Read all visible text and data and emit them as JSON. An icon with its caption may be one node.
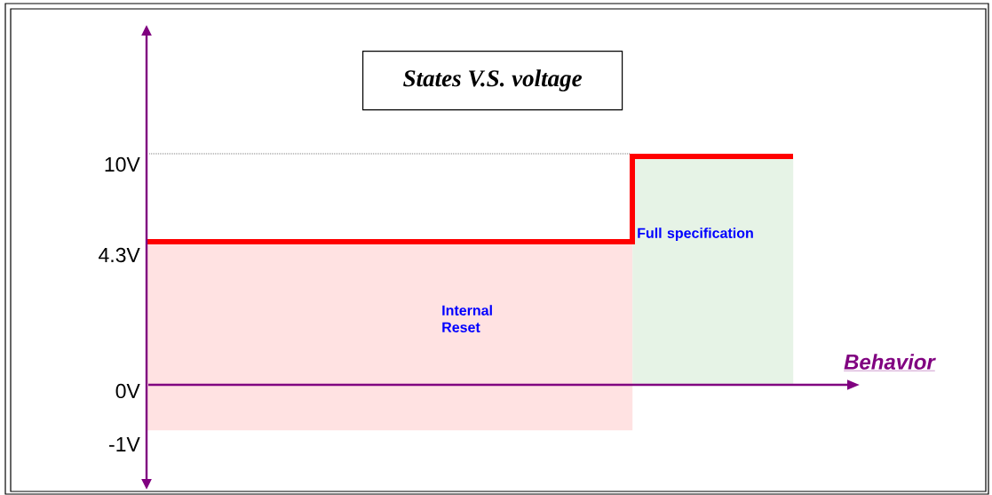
{
  "diagram": {
    "title": "States V.S. voltage",
    "nodes": [
      {
        "text": [
          "Internal Reset"
        ]
      },
      {
        "text": [
          "Full specification"
        ]
      }
    ],
    "labels": [
      "10V",
      "4.3V",
      "0V",
      "-1V",
      "Behavior"
    ]
  }
}
